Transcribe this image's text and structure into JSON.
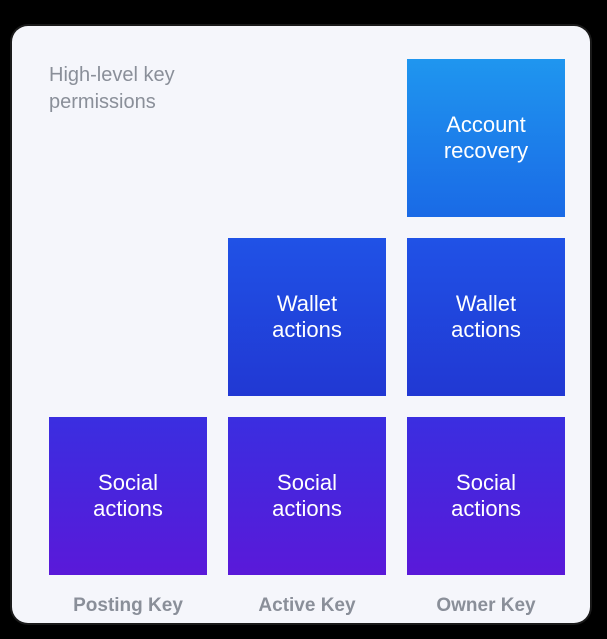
{
  "heading": "High-level key\npermissions",
  "tiles": {
    "owner_recovery": "Account\nrecovery",
    "active_wallet": "Wallet\nactions",
    "owner_wallet": "Wallet\nactions",
    "posting_social": "Social\nactions",
    "active_social": "Social\nactions",
    "owner_social": "Social\nactions"
  },
  "keys": {
    "posting": "Posting Key",
    "active": "Active Key",
    "owner": "Owner Key"
  },
  "colors": {
    "recovery": "#1f96ef",
    "wallet": "#2052e6",
    "social": "#4a22dc",
    "label": "#8a8f99",
    "panel": "#f5f6fb"
  }
}
